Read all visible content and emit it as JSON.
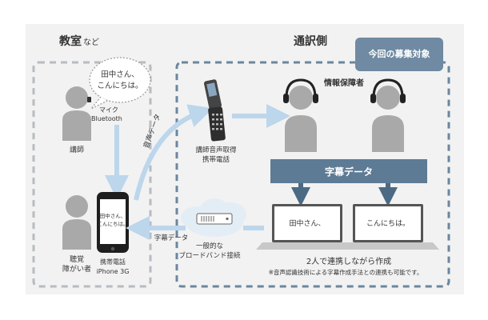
{
  "colors": {
    "background": "#f2f2f2",
    "person": "#a9a9a9",
    "arrow_light": "#bcd6ec",
    "arrow_dark": "#4d6a84",
    "bar": "#5d7b95",
    "badge": "#6f8aa2",
    "text": "#333333"
  },
  "classroom": {
    "title": "教室",
    "title_suffix": "など",
    "speech_bubble": [
      "田中さん、",
      "こんにちは。"
    ],
    "mic_label": [
      "マイク",
      "Bluetooth"
    ],
    "teacher_label": "講師",
    "hearing_impaired_label": [
      "聴覚",
      "障がい者"
    ],
    "phone_screen": [
      "田中さん、",
      "こんにちは。"
    ],
    "phone_label": [
      "携帯電話",
      "iPhone 3G"
    ]
  },
  "interpreter": {
    "title": "通訳側",
    "badge": "今回の募集対象",
    "info_support_label": "情報保障者",
    "mobile_label": [
      "講師音声取得",
      "携帯電話"
    ],
    "audio_data_label": "音声データ",
    "caption_bar_label": "字幕データ",
    "laptop_left_text": "田中さん、",
    "laptop_right_text": "こんにちは。",
    "collaboration_label": "2人で連携しながら作成",
    "note": "※音声認識技術による字幕作成手法との連携も可能です。"
  },
  "network": {
    "caption_data_label": "字幕データ",
    "broadband_label": [
      "一般的な",
      "ブロードバンド接続"
    ]
  }
}
